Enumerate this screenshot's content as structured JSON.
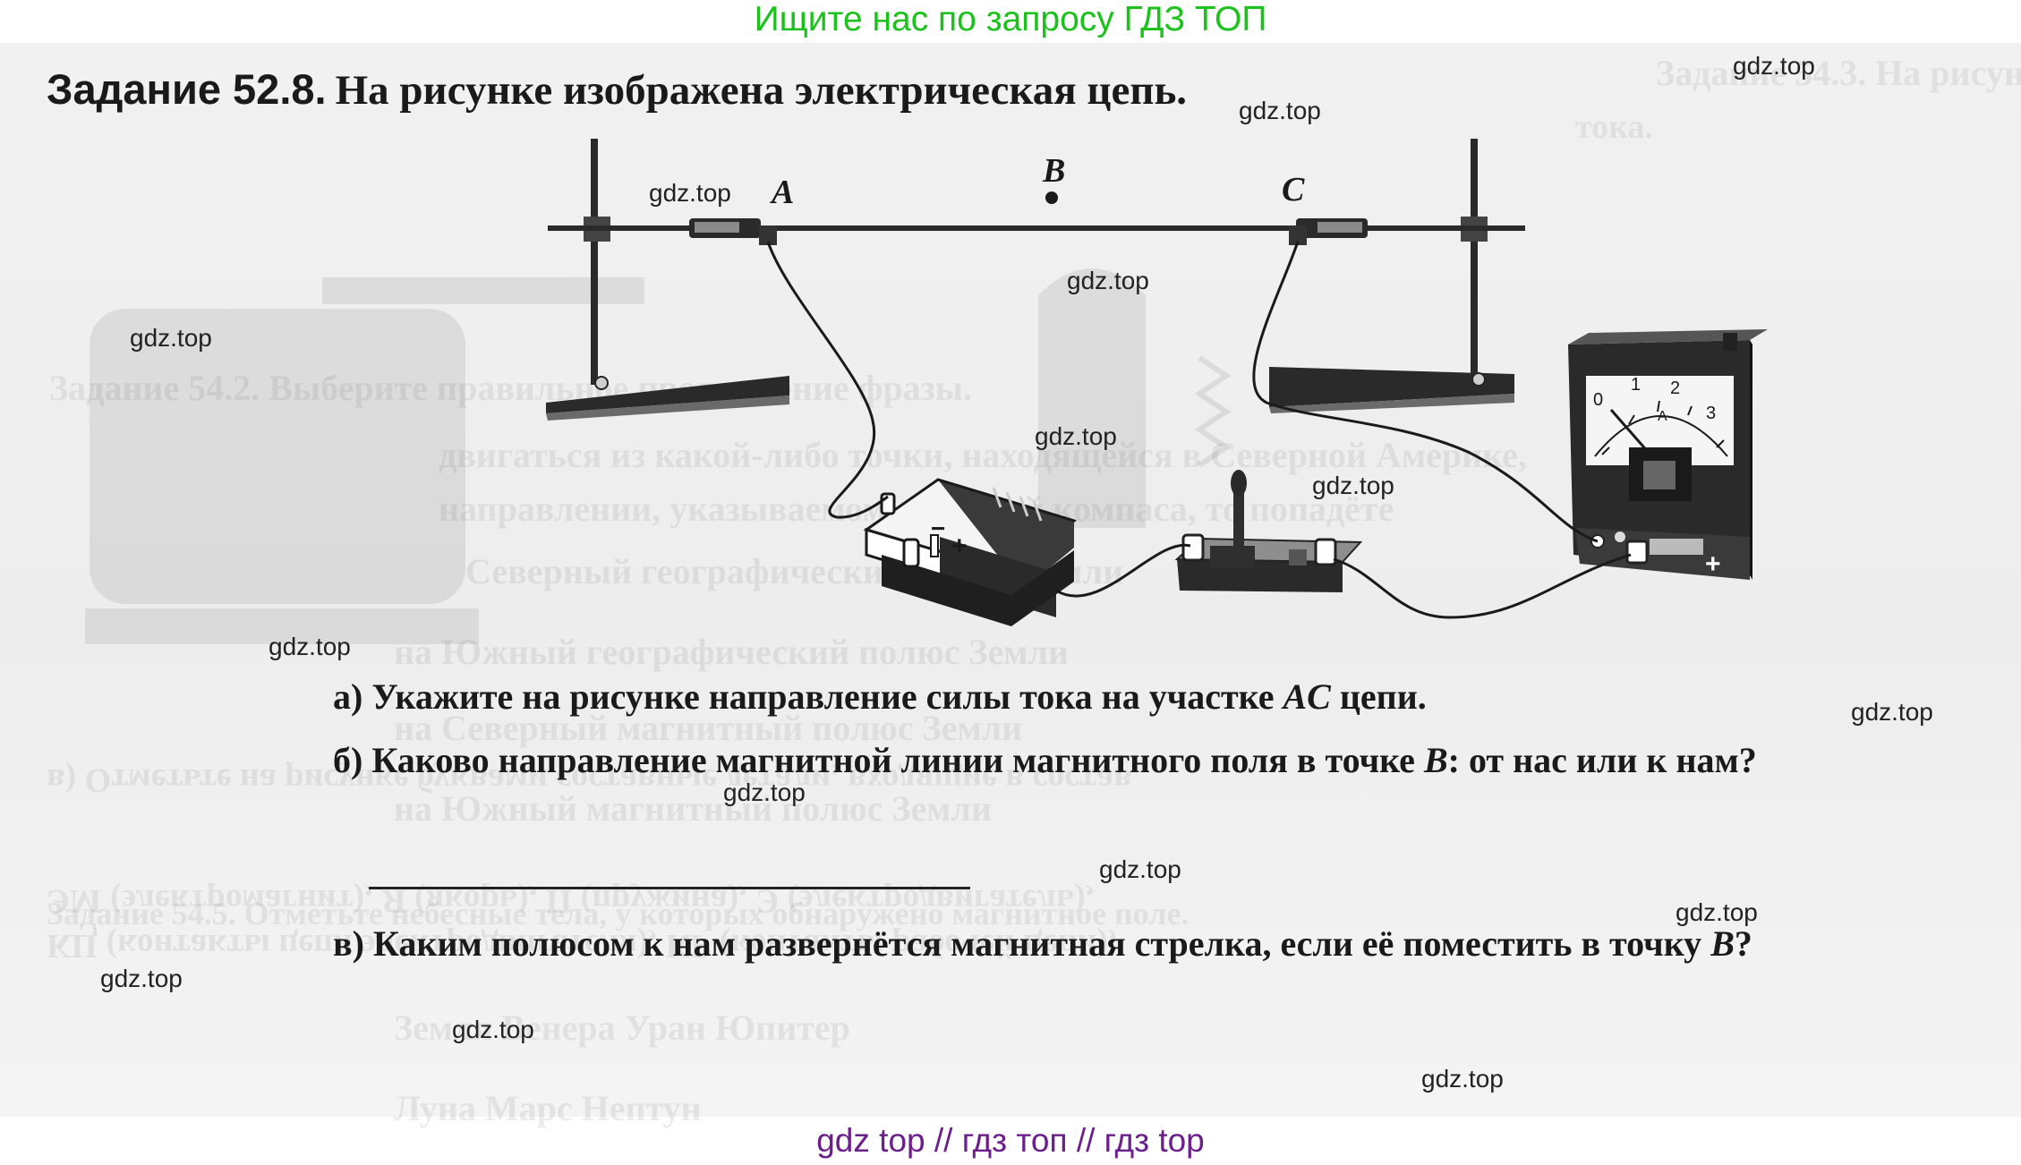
{
  "banner": "Ищите нас по запросу ГДЗ ТОП",
  "task": {
    "number": "Задание 52.8.",
    "statement": "На рисунке изображена электрическая цепь."
  },
  "figure": {
    "labels": {
      "a": "A",
      "b": "B",
      "c": "C"
    },
    "battery_minus": "−",
    "battery_plus": "+",
    "ammeter_scale": [
      "0",
      "1",
      "2",
      "3"
    ],
    "ammeter_unit": "A",
    "ammeter_plus": "+"
  },
  "questions": {
    "a": {
      "prefix": "а) Укажите на рисунке направление силы тока на участке ",
      "var": "AC",
      "suffix": " цепи."
    },
    "b": {
      "prefix": "б) Каково направление магнитной линии магнитного поля в точке ",
      "var": "B",
      "suffix": ": от нас или к нам?"
    },
    "c": {
      "prefix": "в) Каким полюсом к нам развернётся магнитная стрелка, если её поместить в точку ",
      "var": "B",
      "suffix": "?"
    }
  },
  "watermark": "gdz.top",
  "footer": "gdz top  //  гдз топ  //  гдз top"
}
